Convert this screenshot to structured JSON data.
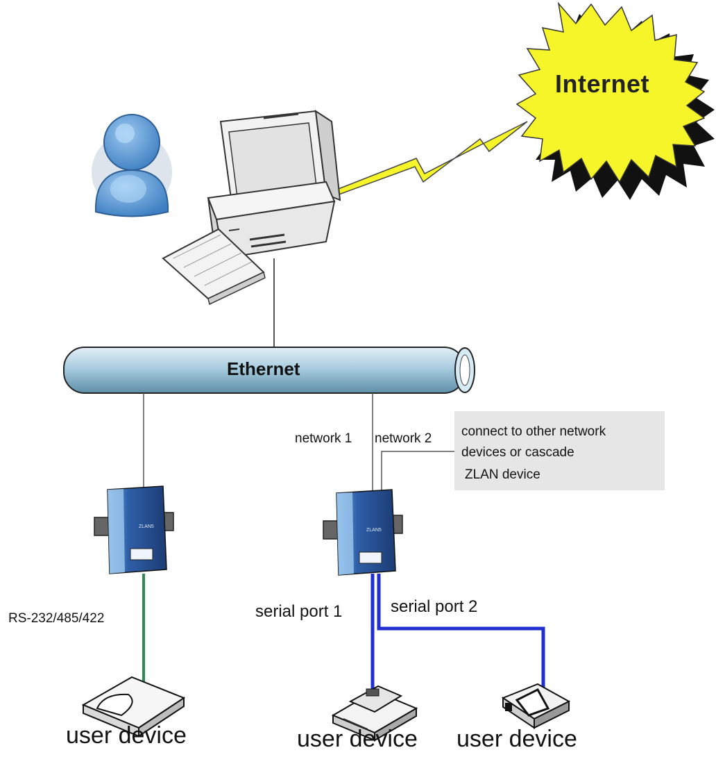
{
  "cloud": {
    "label": "Internet"
  },
  "bus": {
    "label": "Ethernet"
  },
  "ports": {
    "network1": "network 1",
    "network2": "network 2",
    "serial1": "serial port 1",
    "serial2": "serial port 2",
    "serial_standard": "RS-232/485/422"
  },
  "note": {
    "line1": "connect to other network",
    "line2": "devices or cascade",
    "line3": "ZLAN device"
  },
  "devices": {
    "left": "user device",
    "middle": "user device",
    "right": "user device"
  },
  "colors": {
    "internet_burst": "#f5f52a",
    "lightning": "#f5f52a",
    "ethernet_pipe": "#9ec3d6",
    "user_icon": "#4f8fcf",
    "serial_cable_left": "#2e8b57",
    "serial_cable_right": "#1f2fd0",
    "note_bg": "#e6e6e6"
  }
}
